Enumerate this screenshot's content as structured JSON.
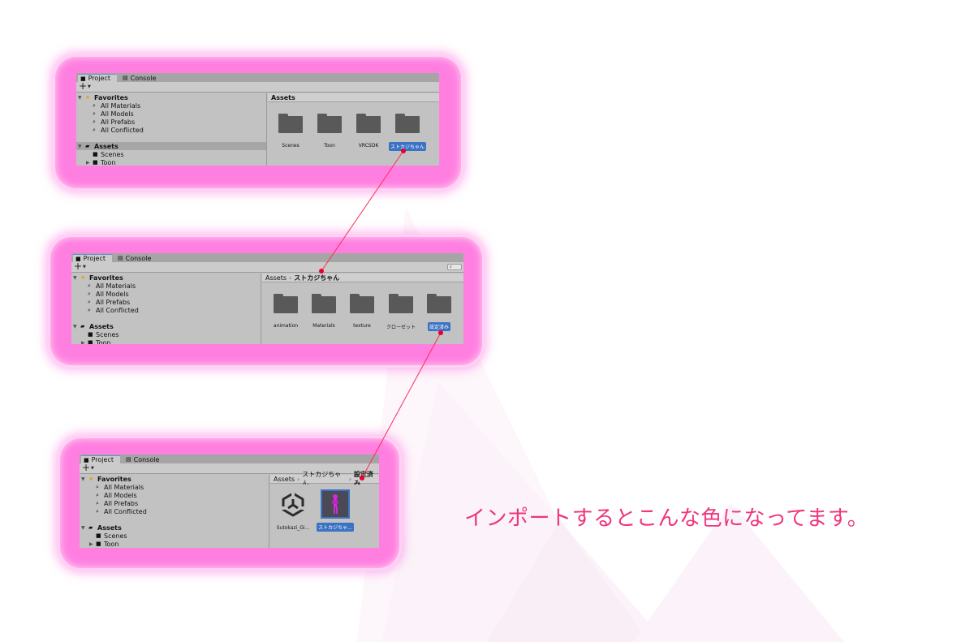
{
  "caption": "インポートするとこんな色になってます。",
  "colors": {
    "glow": "#ff7fe0",
    "caption": "#f0347d",
    "selection": "#3a72c4",
    "connector": "#ff2a55"
  },
  "tabs": {
    "project": "Project",
    "console": "Console"
  },
  "icons": {
    "project_tab": "folder-icon",
    "console_tab": "console-icon",
    "favorites": "star-icon",
    "search": "search-icon",
    "assets": "folder-open-icon",
    "create": "plus-icon"
  },
  "tree": {
    "favorites": "Favorites",
    "items": [
      "All Materials",
      "All Models",
      "All Prefabs",
      "All Conflicted"
    ],
    "assets": "Assets",
    "children": [
      "Scenes",
      "Toon"
    ]
  },
  "windows": [
    {
      "breadcrumb": [
        "Assets"
      ],
      "items": [
        {
          "label": "Scenes",
          "kind": "folder",
          "selected": false
        },
        {
          "label": "Toon",
          "kind": "folder",
          "selected": false
        },
        {
          "label": "VRCSDK",
          "kind": "folder",
          "selected": false
        },
        {
          "label": "ストカジちゃん",
          "kind": "folder",
          "selected": true
        }
      ]
    },
    {
      "breadcrumb": [
        "Assets",
        "ストカジちゃん"
      ],
      "items": [
        {
          "label": "animation",
          "kind": "folder",
          "selected": false
        },
        {
          "label": "Materials",
          "kind": "folder",
          "selected": false
        },
        {
          "label": "texture",
          "kind": "folder",
          "selected": false
        },
        {
          "label": "クローゼット",
          "kind": "folder",
          "selected": false
        },
        {
          "label": "設定済み",
          "kind": "folder",
          "selected": true
        }
      ]
    },
    {
      "breadcrumb": [
        "Assets",
        "ストカジちゃん",
        "設定済み"
      ],
      "items": [
        {
          "label": "Sutokazi_Gi...",
          "kind": "unity-scene",
          "selected": false
        },
        {
          "label": "ストカジちゃ...",
          "kind": "prefab-thumbnail",
          "selected": true
        }
      ]
    }
  ]
}
